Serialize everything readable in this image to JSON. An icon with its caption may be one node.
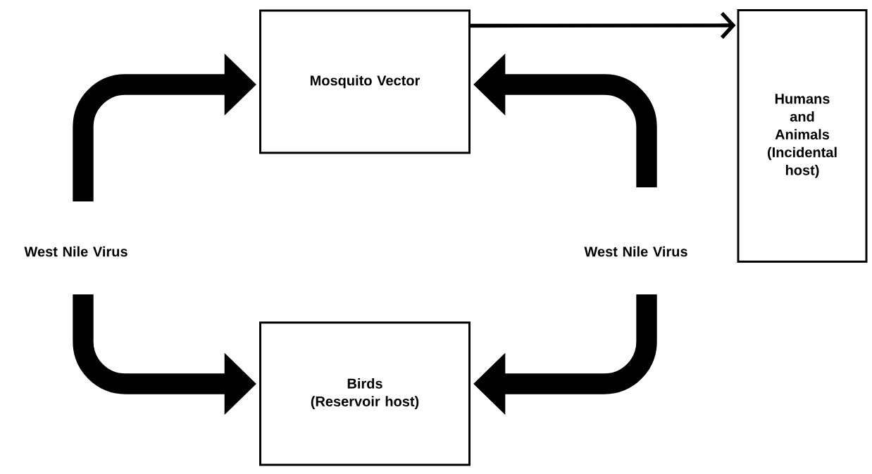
{
  "diagram": {
    "nodes": [
      {
        "text": [
          "Mosquito Vector"
        ]
      },
      {
        "text": [
          "Humans and Animals (Incidental host)"
        ]
      },
      {
        "text": [
          "West Nile Virus"
        ]
      },
      {
        "text": [
          "West Nile Virus"
        ]
      },
      {
        "text": [
          "Birds (Reservoir host)"
        ]
      }
    ],
    "edges": [
      {
        "from": 2,
        "to": 0,
        "arrow": "to"
      },
      {
        "from": 3,
        "to": 0,
        "arrow": "to"
      },
      {
        "from": 2,
        "to": 4,
        "arrow": "to"
      },
      {
        "from": 3,
        "to": 4,
        "arrow": "to"
      },
      {
        "from": 0,
        "to": 1,
        "arrow": "to"
      }
    ]
  }
}
